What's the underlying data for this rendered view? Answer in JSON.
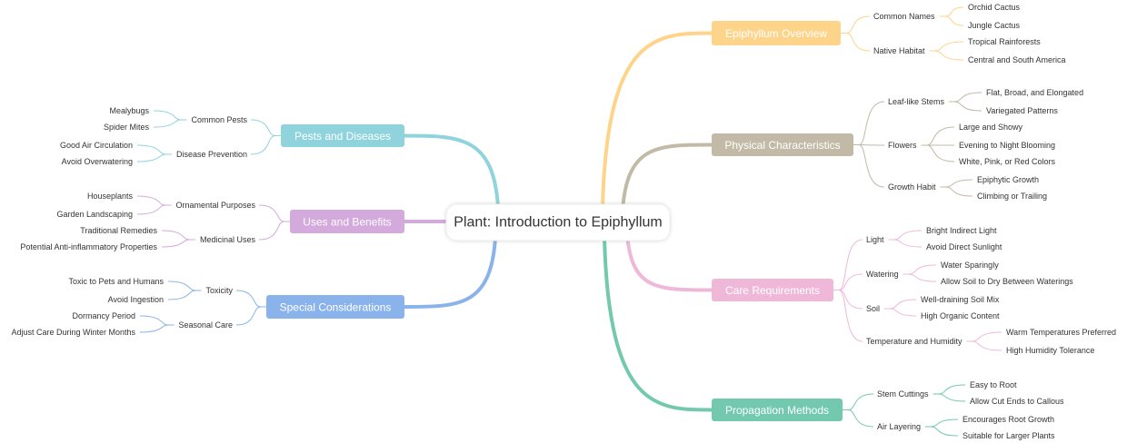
{
  "root": {
    "label": "Plant: Introduction to Epiphyllum"
  },
  "branches": [
    {
      "label": "Epiphyllum Overview",
      "color": "#fdd48a",
      "side": "right",
      "children": [
        {
          "label": "Common Names",
          "children": [
            "Orchid Cactus",
            "Jungle Cactus"
          ]
        },
        {
          "label": "Native Habitat",
          "children": [
            "Tropical Rainforests",
            "Central and South America"
          ]
        }
      ]
    },
    {
      "label": "Physical Characteristics",
      "color": "#c2b9a6",
      "side": "right",
      "children": [
        {
          "label": "Leaf-like Stems",
          "children": [
            "Flat, Broad, and Elongated",
            "Variegated Patterns"
          ]
        },
        {
          "label": "Flowers",
          "children": [
            "Large and Showy",
            "Evening to Night Blooming",
            "White, Pink, or Red Colors"
          ]
        },
        {
          "label": "Growth Habit",
          "children": [
            "Epiphytic Growth",
            "Climbing or Trailing"
          ]
        }
      ]
    },
    {
      "label": "Care Requirements",
      "color": "#efb8d9",
      "side": "right",
      "children": [
        {
          "label": "Light",
          "children": [
            "Bright Indirect Light",
            "Avoid Direct Sunlight"
          ]
        },
        {
          "label": "Watering",
          "children": [
            "Water Sparingly",
            "Allow Soil to Dry Between Waterings"
          ]
        },
        {
          "label": "Soil",
          "children": [
            "Well-draining Soil Mix",
            "High Organic Content"
          ]
        },
        {
          "label": "Temperature and Humidity",
          "children": [
            "Warm Temperatures Preferred",
            "High Humidity Tolerance"
          ]
        }
      ]
    },
    {
      "label": "Propagation Methods",
      "color": "#72c9ae",
      "side": "right",
      "children": [
        {
          "label": "Stem Cuttings",
          "children": [
            "Easy to Root",
            "Allow Cut Ends to Callous"
          ]
        },
        {
          "label": "Air Layering",
          "children": [
            "Encourages Root Growth",
            "Suitable for Larger Plants"
          ]
        }
      ]
    },
    {
      "label": "Pests and Diseases",
      "color": "#8fd3dd",
      "side": "left",
      "children": [
        {
          "label": "Common Pests",
          "children": [
            "Mealybugs",
            "Spider Mites"
          ]
        },
        {
          "label": "Disease Prevention",
          "children": [
            "Good Air Circulation",
            "Avoid Overwatering"
          ]
        }
      ]
    },
    {
      "label": "Uses and Benefits",
      "color": "#d4a9dc",
      "side": "left",
      "children": [
        {
          "label": "Ornamental Purposes",
          "children": [
            "Houseplants",
            "Garden Landscaping"
          ]
        },
        {
          "label": "Medicinal Uses",
          "children": [
            "Traditional Remedies",
            "Potential Anti-inflammatory Properties"
          ]
        }
      ]
    },
    {
      "label": "Special Considerations",
      "color": "#89b3ea",
      "side": "left",
      "children": [
        {
          "label": "Toxicity",
          "children": [
            "Toxic to Pets and Humans",
            "Avoid Ingestion"
          ]
        },
        {
          "label": "Seasonal Care",
          "children": [
            "Dormancy Period",
            "Adjust Care During Winter Months"
          ]
        }
      ]
    }
  ]
}
